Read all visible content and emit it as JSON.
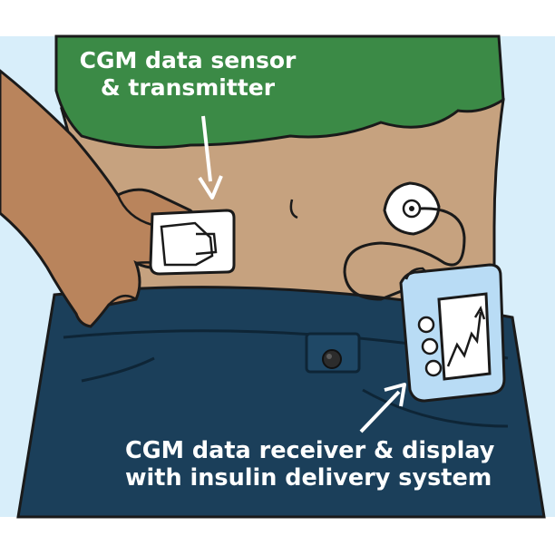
{
  "labels": {
    "sensor_line1": "CGM data sensor",
    "sensor_line2": "& transmitter",
    "receiver_line1": "CGM data receiver & display",
    "receiver_line2": "with insulin delivery system"
  },
  "colors": {
    "background": "#d8eefa",
    "shirt": "#3b8a46",
    "skin": "#c6a27f",
    "jeans": "#1b3f5a",
    "device": "#b9dcf5",
    "sensor": "#ffffff",
    "outline": "#1a1a1a",
    "label_text": "#ffffff"
  }
}
